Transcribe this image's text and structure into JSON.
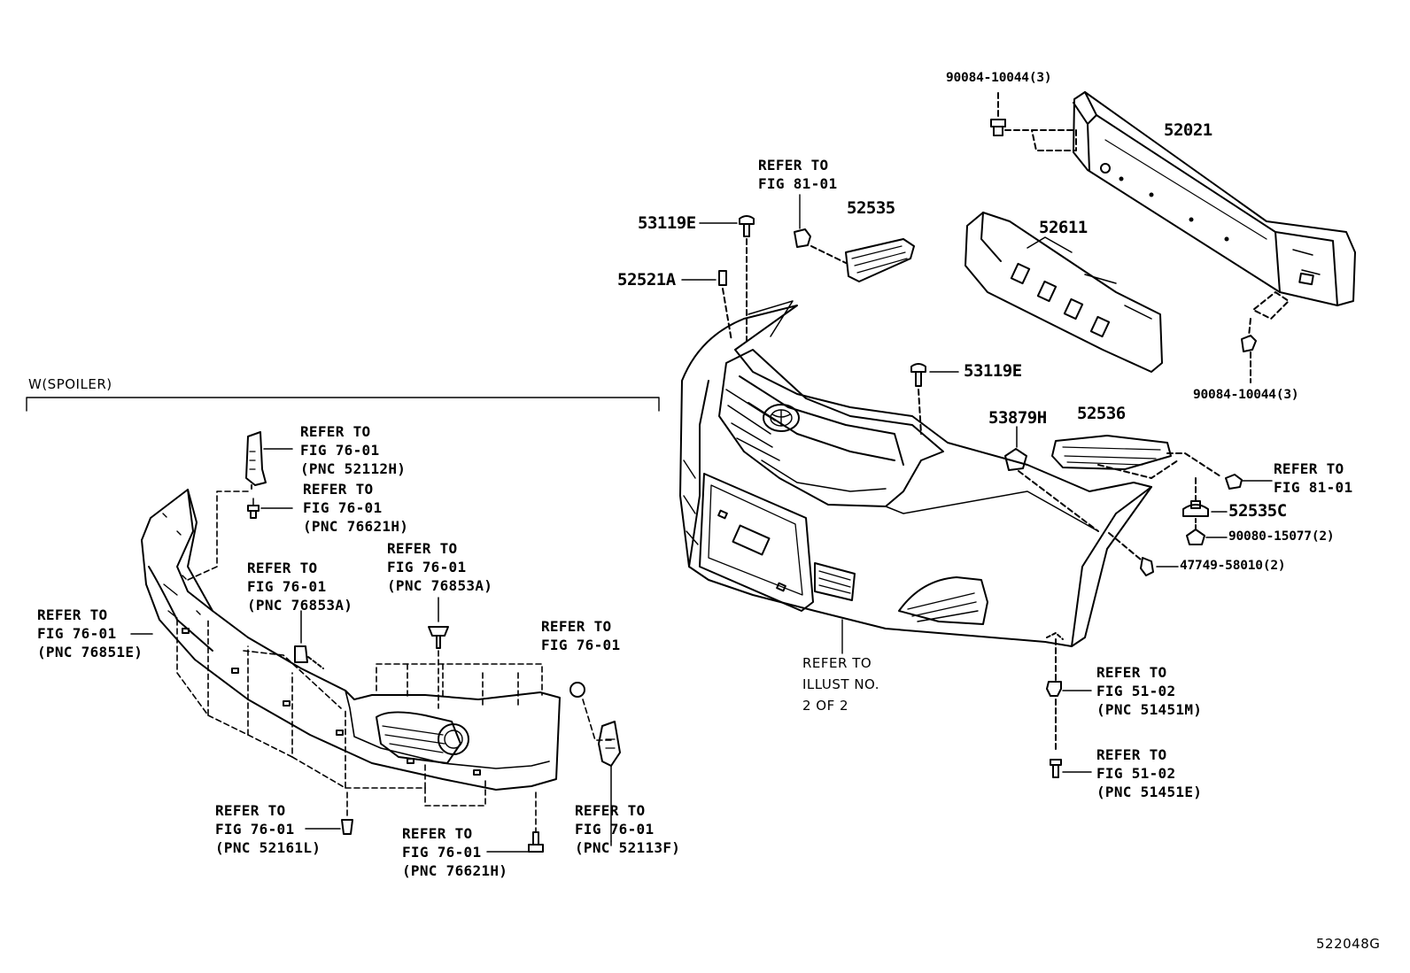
{
  "section_label": "W(SPOILER)",
  "figure_id": "522048G",
  "parts": {
    "p52021": "52021",
    "p52611": "52611",
    "p52535": "52535",
    "p53119E_top": "53119E",
    "p52521A": "52521A",
    "p53119E_mid": "53119E",
    "p53879H": "53879H",
    "p52536": "52536",
    "p52535C": "52535C",
    "bolt_top": "90084-10044(3)",
    "bolt_bottom": "90084-10044(3)",
    "clip_90080": "90080-15077(2)",
    "clip_47749": "47749-58010(2)"
  },
  "refs": {
    "r_fig81_top": [
      "REFER TO",
      "FIG 81-01"
    ],
    "r_fig81_right": [
      "REFER TO",
      "FIG 81-01"
    ],
    "r_illust": [
      "REFER TO",
      "ILLUST NO.",
      "2 OF 2"
    ],
    "r_5102_m": [
      "REFER TO",
      "FIG 51-02",
      "(PNC 51451M)"
    ],
    "r_5102_e": [
      "REFER TO",
      "FIG 51-02",
      "(PNC 51451E)"
    ],
    "r_52112H": [
      "REFER TO",
      "FIG 76-01",
      "(PNC 52112H)"
    ],
    "r_76621H_top": [
      "REFER TO",
      "FIG 76-01",
      "(PNC 76621H)"
    ],
    "r_76853A_left": [
      "REFER TO",
      "FIG 76-01",
      "(PNC 76853A)"
    ],
    "r_76853A_right": [
      "REFER TO",
      "FIG 76-01",
      "(PNC 76853A)"
    ],
    "r_76851E": [
      "REFER TO",
      "FIG 76-01",
      "(PNC 76851E)"
    ],
    "r_7601_plain": [
      "REFER TO",
      "FIG 76-01"
    ],
    "r_52161L": [
      "REFER TO",
      "FIG 76-01",
      "(PNC 52161L)"
    ],
    "r_76621H_bottom": [
      "REFER TO",
      "FIG 76-01",
      "(PNC 76621H)"
    ],
    "r_52113F": [
      "REFER TO",
      "FIG 76-01",
      "(PNC 52113F)"
    ]
  }
}
